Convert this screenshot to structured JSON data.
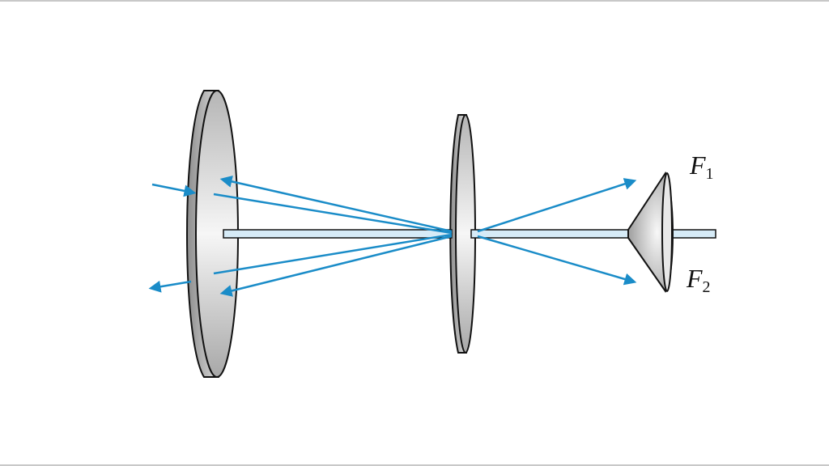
{
  "diagram": {
    "type": "optical-system",
    "colors": {
      "ray": "#1a8cc8",
      "axis_fill": "#d6ebf7",
      "outline": "#111111",
      "lens_light": "#f2f2f2",
      "lens_dark": "#9a9a9a"
    },
    "labels": {
      "f1": {
        "main": "F",
        "sub": "1"
      },
      "f2": {
        "main": "F",
        "sub": "2"
      }
    },
    "components": [
      "large-lens",
      "small-lens",
      "conical-reflector",
      "optical-axis-rod"
    ]
  }
}
